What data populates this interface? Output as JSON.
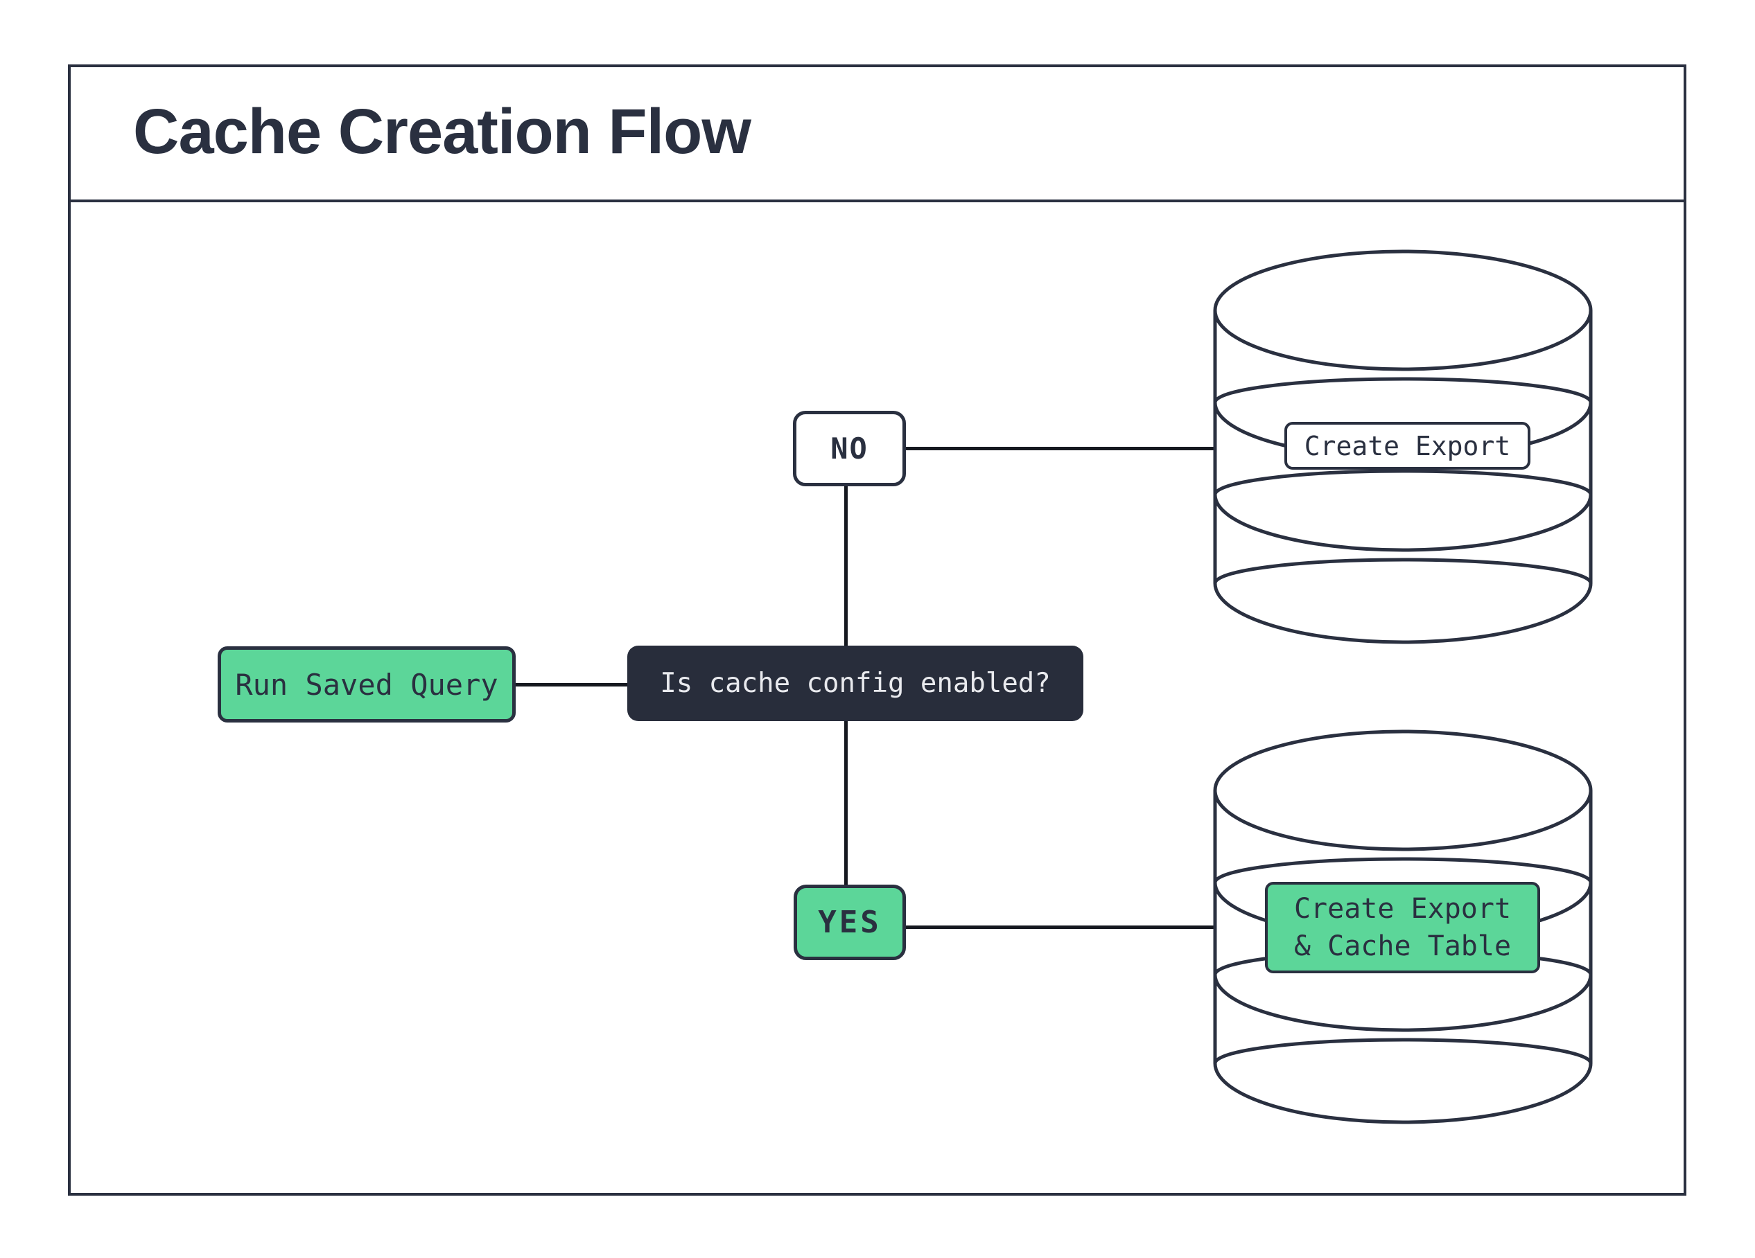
{
  "title": "Cache Creation Flow",
  "colors": {
    "ink": "#2a3040",
    "line": "#15181f",
    "green": "#5cd699",
    "dark_fill": "#282d3b",
    "light_text": "#e9eaee",
    "bg": "#ffffff"
  },
  "flow": {
    "start": {
      "label": "Run Saved Query"
    },
    "decision": {
      "label": "Is cache config enabled?"
    },
    "branch_no": {
      "label": "NO"
    },
    "branch_yes": {
      "label": "YES"
    },
    "outcome_no": {
      "label": "Create Export"
    },
    "outcome_yes": {
      "label_line1": "Create Export",
      "label_line2": "& Cache Table"
    }
  }
}
